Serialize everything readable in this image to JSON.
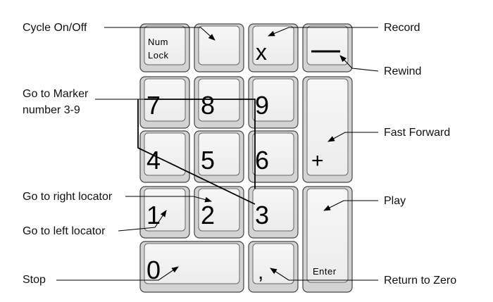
{
  "keys": {
    "numlock": [
      "Num",
      "Lock"
    ],
    "slash": "",
    "multiply": "x",
    "minus": "",
    "k7": "7",
    "k8": "8",
    "k9": "9",
    "k4": "4",
    "k5": "5",
    "k6": "6",
    "k1": "1",
    "k2": "2",
    "k3": "3",
    "k0": "0",
    "plus": "+",
    "decimal": ",",
    "enter": "Enter"
  },
  "labels": {
    "cycle": "Cycle On/Off",
    "marker": [
      "Go to Marker",
      "number 3-9"
    ],
    "right_locator": "Go to right locator",
    "left_locator": "Go to left locator",
    "stop": "Stop",
    "record": "Record",
    "rewind": "Rewind",
    "fast_forward": "Fast Forward",
    "play": "Play",
    "return_zero": "Return to Zero"
  }
}
